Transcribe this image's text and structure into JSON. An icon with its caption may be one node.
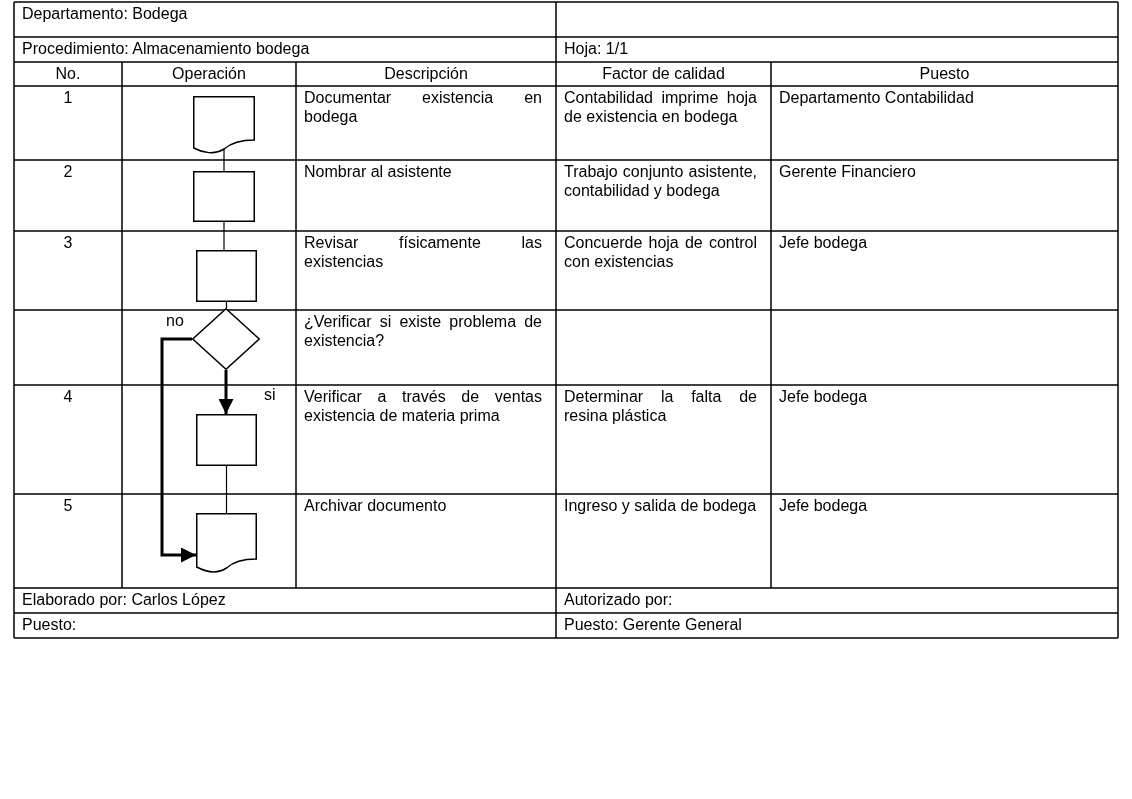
{
  "diagram": {
    "nodes": [
      {
        "text": [],
        "shape": "document"
      },
      {
        "text": [],
        "shape": "box"
      },
      {
        "text": [],
        "shape": "box"
      },
      {
        "text": [],
        "shape": "diamond"
      },
      {
        "text": [],
        "shape": "box"
      },
      {
        "text": [],
        "shape": "document"
      }
    ],
    "edges": [
      {
        "from": 0,
        "to": 1,
        "arrow": "none"
      },
      {
        "from": 1,
        "to": 2,
        "arrow": "none"
      },
      {
        "from": 2,
        "to": 3,
        "arrow": "none"
      },
      {
        "from": 3,
        "to": 4,
        "arrow": "to",
        "label": "si",
        "style": "thick"
      },
      {
        "from": 3,
        "to": 5,
        "arrow": "to",
        "label": "no",
        "style": "thick"
      },
      {
        "from": 4,
        "to": 5,
        "arrow": "none"
      }
    ],
    "labels": [
      "Departamento: Bodega",
      "Procedimiento: Almacenamiento bodega",
      "Hoja: 1/1",
      "No.",
      "Operación",
      "Descripción",
      "Factor de calidad",
      "Puesto",
      "1",
      "Documentar existencia en bodega",
      "Contabilidad imprime hoja de existencia en bodega",
      "Departamento Contabilidad",
      "2",
      "Nombrar al asistente",
      "Trabajo conjunto asistente, contabilidad y bodega",
      "Gerente Financiero",
      "3",
      "Revisar físicamente las existencias",
      "Concuerde hoja de control con existencias",
      "Jefe bodega",
      "¿Verificar si existe problema de existencia?",
      "4",
      "Verificar a través de ventas existencia de materia prima",
      "Determinar la falta de resina plástica",
      "Jefe bodega",
      "5",
      "Archivar documento",
      "Ingreso y salida de bodega",
      "Jefe bodega",
      "Elaborado por: Carlos López",
      "Autorizado por:",
      "Puesto:",
      "Puesto: Gerente General"
    ]
  }
}
